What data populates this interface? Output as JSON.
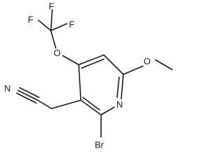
{
  "atoms": {
    "f1": "F",
    "f2": "F",
    "f3": "F",
    "o_trifluoromethoxy": "O",
    "o_methoxy": "O",
    "n_pyridine": "N",
    "n_nitrile": "N",
    "br": "Br"
  }
}
